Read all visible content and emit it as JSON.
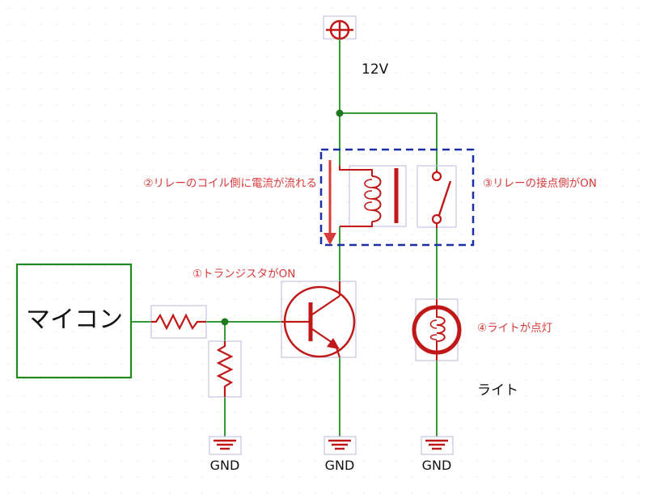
{
  "labels": {
    "supply": "12V",
    "microcontroller": "マイコン",
    "step1": "①トランジスタがON",
    "step2": "②リレーのコイル側に電流が流れる",
    "step3": "③リレーの接点側がON",
    "step4": "④ライトが点灯",
    "light": "ライト",
    "gnd1": "GND",
    "gnd2": "GND",
    "gnd3": "GND"
  },
  "colors": {
    "wire": "#3a9a3a",
    "component": "#c01818",
    "annotation": "#d93a3a",
    "relay_box": "#1a2fa8",
    "mcu_box": "#1f8a1f",
    "grid_dot": "#dcdcdc",
    "part_outline": "#b8b8dc"
  },
  "icons": {
    "power": "power-symbol-icon",
    "ground": "ground-symbol-icon",
    "resistor": "resistor-icon",
    "npn_transistor": "npn-transistor-icon",
    "relay_coil": "relay-coil-icon",
    "relay_switch": "relay-switch-icon",
    "lamp": "lamp-icon",
    "current_arrow": "current-arrow-icon"
  }
}
